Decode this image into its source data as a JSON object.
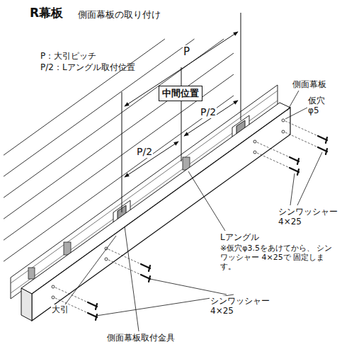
{
  "diagram": {
    "title": "R幕板",
    "nodes": [
      {
        "text": [
          "中間位置"
        ]
      }
    ],
    "labels": [
      "側面幕板の取り付け",
      "P：大引ピッチ",
      "P/2：Lアングル取付位置",
      "P",
      "P/2",
      "P/2",
      "側面幕板",
      "仮穴 φ5",
      "シンワッシャー 4×25",
      "Lアングル",
      "※仮穴φ3.5をあけてから、 シンワッシャー 4×25で 固定します。",
      "シンワッシャー 4×25",
      "大引",
      "側面幕板取付金具"
    ]
  }
}
